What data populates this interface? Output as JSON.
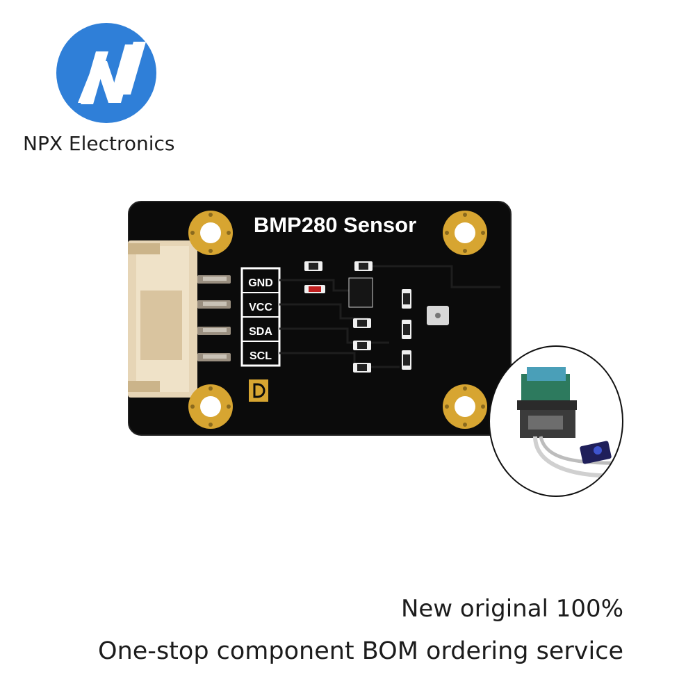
{
  "brand": {
    "name": "NPX Electronics",
    "colors": {
      "logo_blue": "#2f7fd8",
      "logo_white": "#ffffff",
      "text": "#1c1c1c"
    }
  },
  "product": {
    "board_title": "BMP280 Sensor",
    "pins": [
      "GND",
      "VCC",
      "SDA",
      "SCL"
    ],
    "colors": {
      "pcb": "#0c0c0c",
      "pad_gold": "#d7a531",
      "connector": "#e8d7bb",
      "silkscreen": "#ffffff"
    }
  },
  "inset": {
    "description_icon": "usage-photo"
  },
  "tagline": {
    "line1": "New original 100%",
    "line2": "One-stop component BOM ordering service"
  }
}
